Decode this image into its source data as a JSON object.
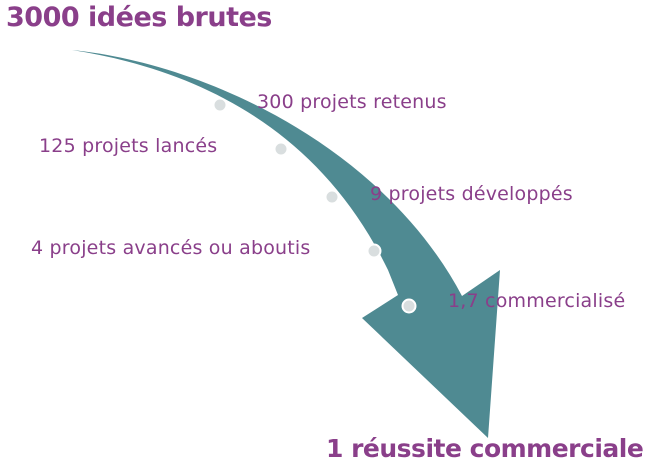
{
  "colors": {
    "arrow": "#4f8a92",
    "text": "#8a3f8a",
    "dot_fill": "#d9dedf",
    "dot_stroke": "#ffffff"
  },
  "top_label": "3000 idées brutes",
  "bottom_label": "1 réussite commerciale",
  "stages": [
    {
      "label": "300 projets retenus"
    },
    {
      "label": "125 projets lancés"
    },
    {
      "label": "9 projets développés"
    },
    {
      "label": "4 projets avancés ou aboutis"
    },
    {
      "label": "1,7 commercialisé"
    }
  ]
}
